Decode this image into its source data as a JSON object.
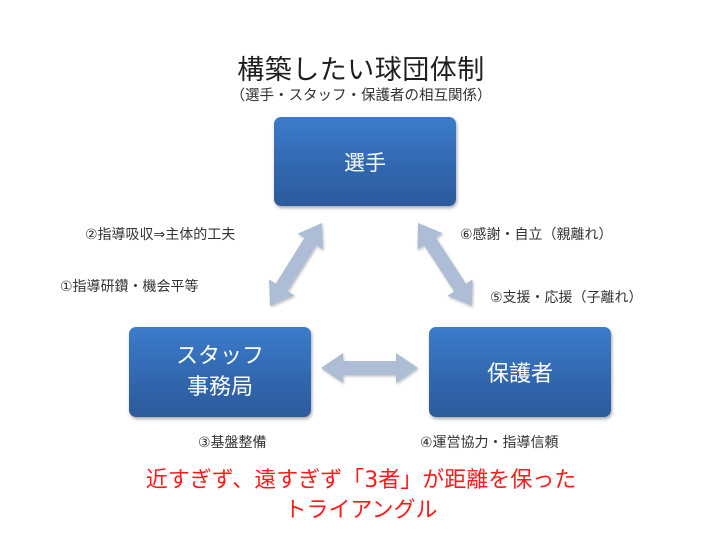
{
  "title": "構築したい球団体制",
  "subtitle": "（選手・スタッフ・保護者の相互関係）",
  "nodes": {
    "players": {
      "label": "選手"
    },
    "staff": {
      "label_line1": "スタッフ",
      "label_line2": "事務局"
    },
    "parents": {
      "label": "保護者"
    }
  },
  "relations": {
    "r1": "①指導研鑽・機会平等",
    "r2": "②指導吸収⇒主体的工夫",
    "r3": "③基盤整備",
    "r4": "④運営協力・指導信頼",
    "r5": "⑤支援・応援（子離れ）",
    "r6": "⑥感謝・自立（親離れ）"
  },
  "conclusion": {
    "line1": "近すぎず、遠すぎず「3者」が距離を保った",
    "line2": "トライアングル"
  },
  "colors": {
    "box_top": "#3b7ccb",
    "box_bottom": "#2c5a9c",
    "arrow": "#adbdd6",
    "conclusion_text": "#ff1a1a"
  }
}
